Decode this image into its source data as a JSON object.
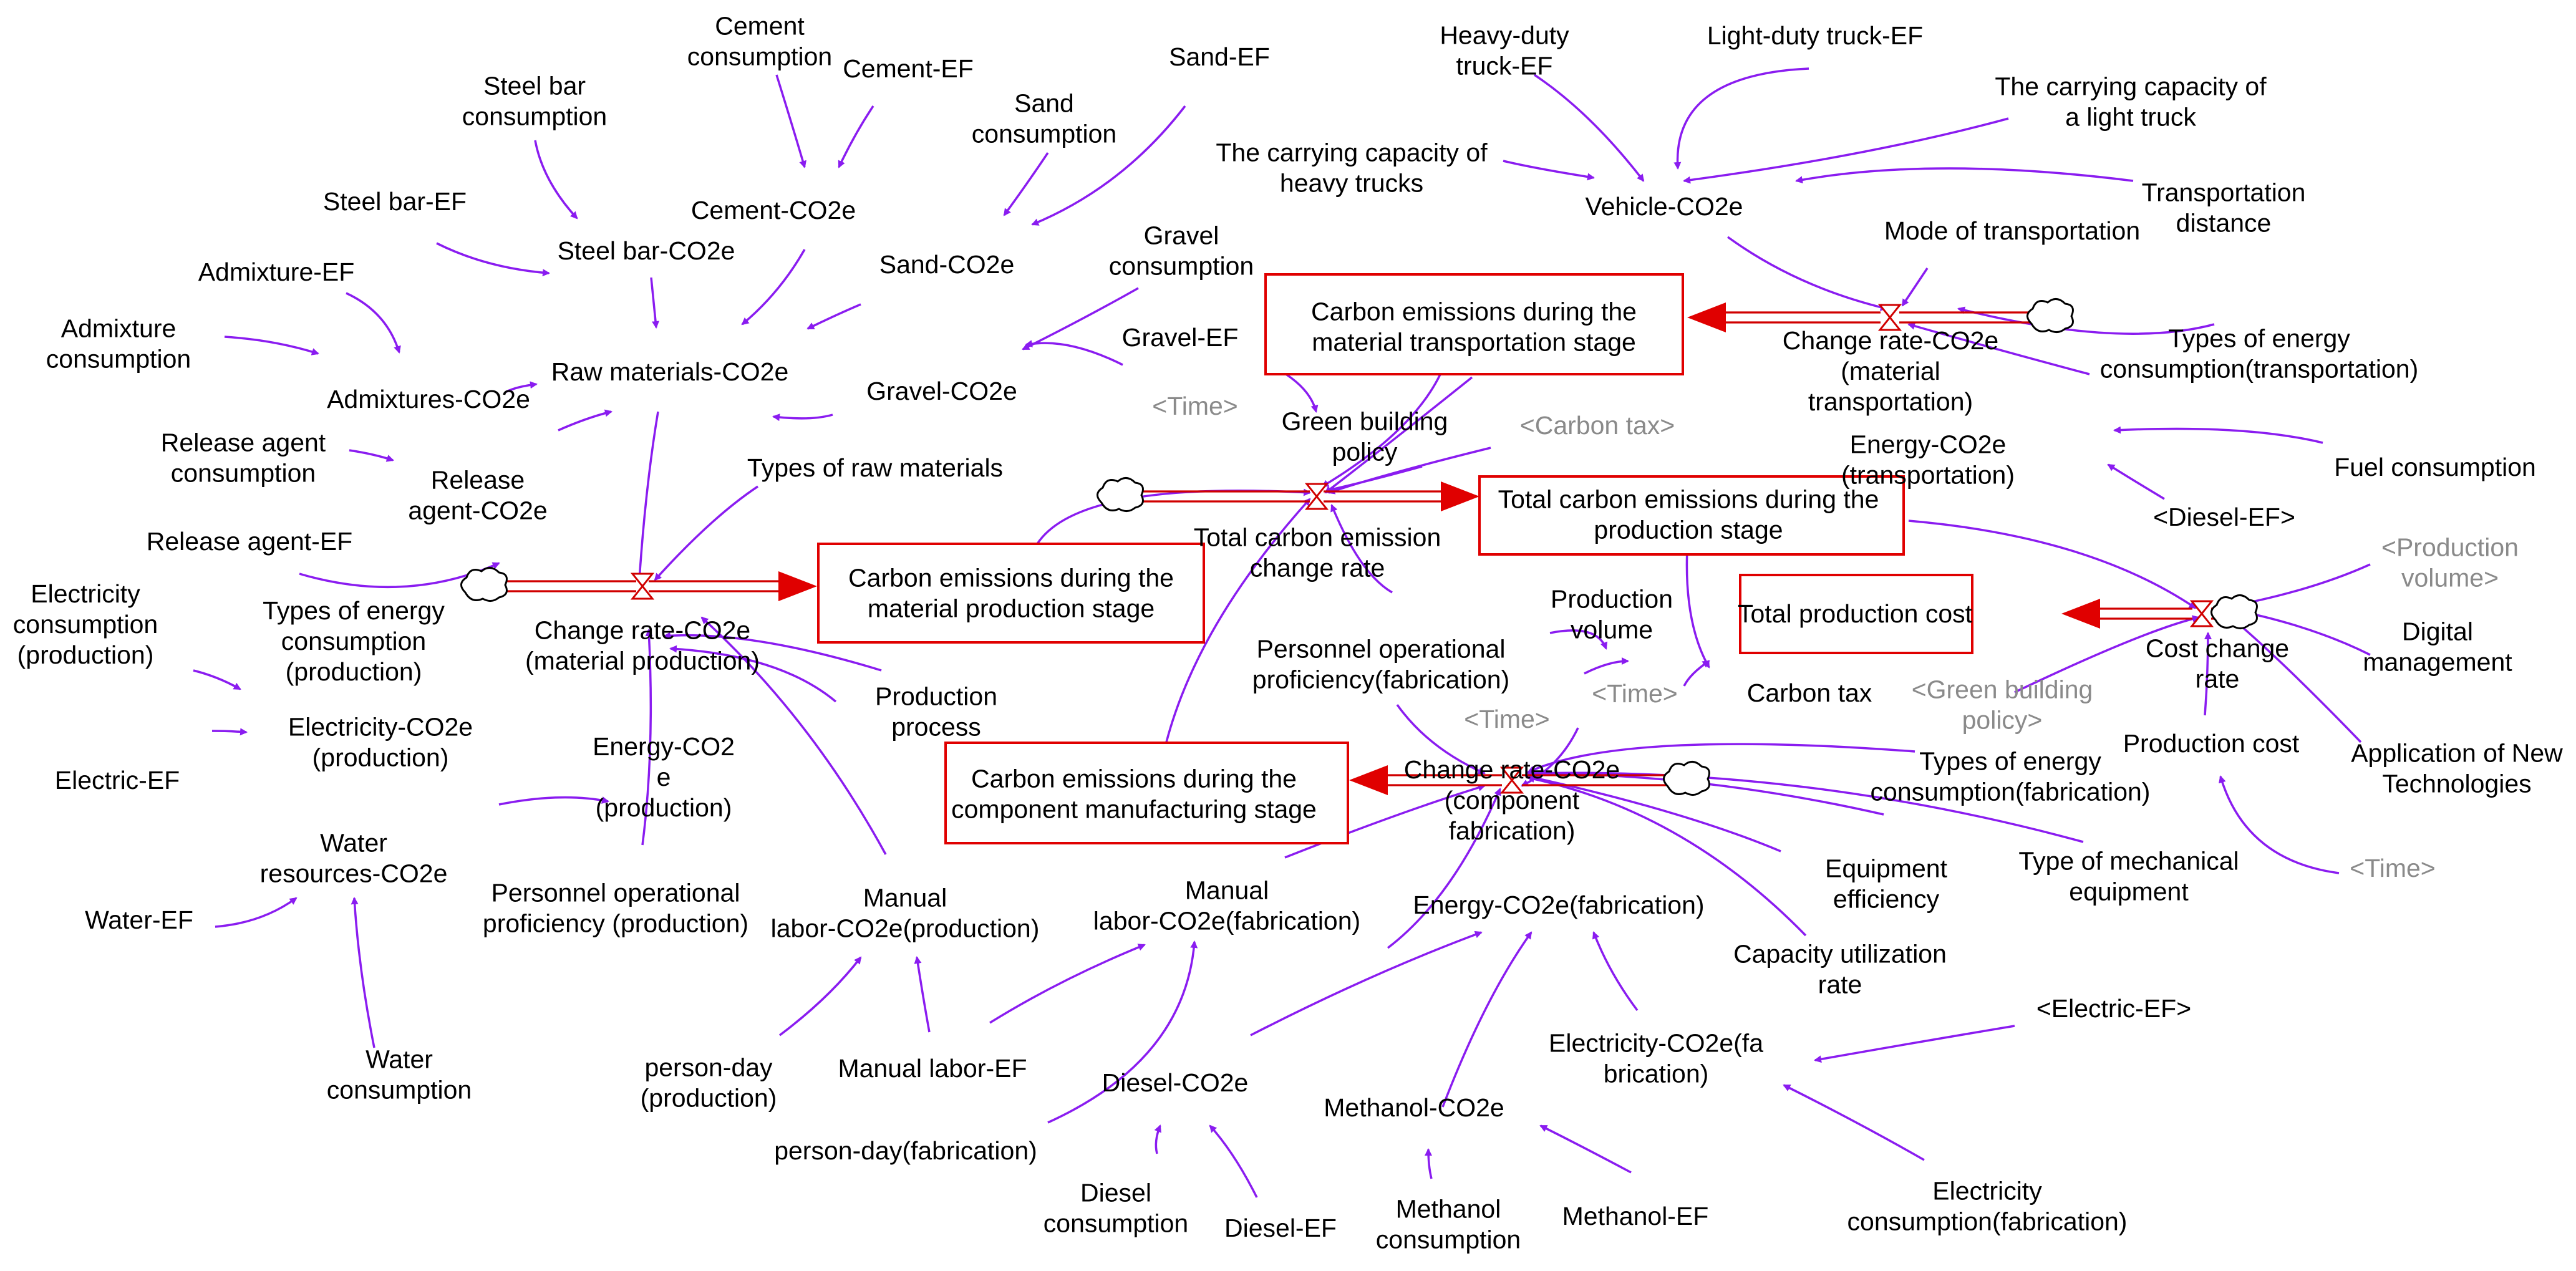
{
  "colors": {
    "link": "#8a1cf0",
    "flow": "#d00000",
    "shadow_text": "#8a8a8a",
    "text": "#000000"
  },
  "stocks": [
    {
      "id": "s_mat_prod",
      "lines": [
        "Carbon emissions during the",
        "material production stage"
      ]
    },
    {
      "id": "s_transport",
      "lines": [
        "Carbon emissions during the",
        "material transportation stage"
      ]
    },
    {
      "id": "s_total",
      "lines": [
        "Total carbon emissions during the",
        "production stage"
      ]
    },
    {
      "id": "s_cost",
      "lines": [
        "Total production cost"
      ]
    },
    {
      "id": "s_comp",
      "lines": [
        "Carbon emissions during the",
        "component manufacturing stage"
      ]
    }
  ],
  "flows": [
    {
      "id": "f_mat_prod",
      "lines": [
        "Change rate-CO2e",
        "(material production)"
      ]
    },
    {
      "id": "f_transport",
      "lines": [
        "Change rate-CO2e",
        "(material",
        "transportation)"
      ]
    },
    {
      "id": "f_total",
      "lines": [
        "Total carbon emission",
        "change rate"
      ]
    },
    {
      "id": "f_comp",
      "lines": [
        "Change rate-CO2e",
        "(component",
        "fabrication)"
      ]
    },
    {
      "id": "f_cost",
      "lines": [
        "Cost change",
        "rate"
      ]
    }
  ],
  "variables": [
    {
      "id": "cement_cons",
      "lines": [
        "Cement",
        "consumption"
      ]
    },
    {
      "id": "cement_ef",
      "lines": [
        "Cement-EF"
      ]
    },
    {
      "id": "sand_ef",
      "lines": [
        "Sand-EF"
      ]
    },
    {
      "id": "sand_cons",
      "lines": [
        "Sand",
        "consumption"
      ]
    },
    {
      "id": "steel_cons",
      "lines": [
        "Steel bar",
        "consumption"
      ]
    },
    {
      "id": "steel_ef",
      "lines": [
        "Steel bar-EF"
      ]
    },
    {
      "id": "cement_co2",
      "lines": [
        "Cement-CO2e"
      ]
    },
    {
      "id": "sand_co2",
      "lines": [
        "Sand-CO2e"
      ]
    },
    {
      "id": "steel_co2",
      "lines": [
        "Steel bar-CO2e"
      ]
    },
    {
      "id": "admix_ef",
      "lines": [
        "Admixture-EF"
      ]
    },
    {
      "id": "admix_cons",
      "lines": [
        "Admixture",
        "consumption"
      ]
    },
    {
      "id": "admix_co2",
      "lines": [
        "Admixtures-CO2e"
      ]
    },
    {
      "id": "raw_co2",
      "lines": [
        "Raw materials-CO2e"
      ]
    },
    {
      "id": "gravel_cons",
      "lines": [
        "Gravel",
        "consumption"
      ]
    },
    {
      "id": "gravel_ef",
      "lines": [
        "Gravel-EF"
      ]
    },
    {
      "id": "gravel_co2",
      "lines": [
        "Gravel-CO2e"
      ]
    },
    {
      "id": "release_cons",
      "lines": [
        "Release agent",
        "consumption"
      ]
    },
    {
      "id": "release_co2",
      "lines": [
        "Release",
        "agent-CO2e"
      ]
    },
    {
      "id": "release_ef",
      "lines": [
        "Release agent-EF"
      ]
    },
    {
      "id": "types_raw",
      "lines": [
        "Types of raw materials"
      ]
    },
    {
      "id": "elec_cons_prod",
      "lines": [
        "Electricity",
        "consumption",
        "(production)"
      ]
    },
    {
      "id": "types_energy_prod",
      "lines": [
        "Types of energy",
        "consumption",
        "(production)"
      ]
    },
    {
      "id": "elec_co2_prod",
      "lines": [
        "Electricity-CO2e",
        "(production)"
      ]
    },
    {
      "id": "electric_ef",
      "lines": [
        "Electric-EF"
      ]
    },
    {
      "id": "energy_co2_prod",
      "lines": [
        "Energy-CO2",
        "e",
        "(production)"
      ]
    },
    {
      "id": "water_co2",
      "lines": [
        "Water",
        "resources-CO2e"
      ]
    },
    {
      "id": "water_ef",
      "lines": [
        "Water-EF"
      ]
    },
    {
      "id": "water_cons",
      "lines": [
        "Water",
        "consumption"
      ]
    },
    {
      "id": "personnel_prod",
      "lines": [
        "Personnel operational",
        "proficiency (production)"
      ]
    },
    {
      "id": "manual_co2_prod",
      "lines": [
        "Manual",
        "labor-CO2e(production)"
      ]
    },
    {
      "id": "production_process",
      "lines": [
        "Production",
        "process"
      ]
    },
    {
      "id": "person_day_prod",
      "lines": [
        "person-day",
        "(production)"
      ]
    },
    {
      "id": "manual_ef",
      "lines": [
        "Manual labor-EF"
      ]
    },
    {
      "id": "person_day_fab",
      "lines": [
        "person-day(fabrication)"
      ]
    },
    {
      "id": "manual_co2_fab",
      "lines": [
        "Manual",
        "labor-CO2e(fabrication)"
      ]
    },
    {
      "id": "diesel_co2",
      "lines": [
        "Diesel-CO2e"
      ]
    },
    {
      "id": "diesel_cons",
      "lines": [
        "Diesel",
        "consumption"
      ]
    },
    {
      "id": "diesel_ef",
      "lines": [
        "Diesel-EF"
      ]
    },
    {
      "id": "methanol_co2",
      "lines": [
        "Methanol-CO2e"
      ]
    },
    {
      "id": "methanol_cons",
      "lines": [
        "Methanol",
        "consumption"
      ]
    },
    {
      "id": "methanol_ef",
      "lines": [
        "Methanol-EF"
      ]
    },
    {
      "id": "energy_co2_fab",
      "lines": [
        "Energy-CO2e(fabrication)"
      ]
    },
    {
      "id": "elec_co2_fab",
      "lines": [
        "Electricity-CO2e(fa",
        "brication)"
      ]
    },
    {
      "id": "elec_cons_fab",
      "lines": [
        "Electricity",
        "consumption(fabrication)"
      ]
    },
    {
      "id": "personnel_fab",
      "lines": [
        "Personnel operational",
        "proficiency(fabrication)"
      ]
    },
    {
      "id": "production_volume",
      "lines": [
        "Production",
        "volume"
      ]
    },
    {
      "id": "carbon_tax",
      "lines": [
        "Carbon tax"
      ]
    },
    {
      "id": "types_energy_fab",
      "lines": [
        "Types of energy",
        "consumption(fabrication)"
      ]
    },
    {
      "id": "equipment_eff",
      "lines": [
        "Equipment",
        "efficiency"
      ]
    },
    {
      "id": "type_mech",
      "lines": [
        "Type of mechanical",
        "equipment"
      ]
    },
    {
      "id": "capacity_util",
      "lines": [
        "Capacity utilization",
        "rate"
      ]
    },
    {
      "id": "green_policy",
      "lines": [
        "Green building",
        "policy"
      ]
    },
    {
      "id": "heavy_ef",
      "lines": [
        "Heavy-duty",
        "truck-EF"
      ]
    },
    {
      "id": "light_ef",
      "lines": [
        "Light-duty truck-EF"
      ]
    },
    {
      "id": "cap_light",
      "lines": [
        "The carrying capacity of",
        "a light truck"
      ]
    },
    {
      "id": "cap_heavy",
      "lines": [
        "The carrying capacity of",
        "heavy trucks"
      ]
    },
    {
      "id": "vehicle_co2",
      "lines": [
        "Vehicle-CO2e"
      ]
    },
    {
      "id": "transport_distance",
      "lines": [
        "Transportation",
        "distance"
      ]
    },
    {
      "id": "mode_transport",
      "lines": [
        "Mode of transportation"
      ]
    },
    {
      "id": "types_energy_trans",
      "lines": [
        "Types of energy",
        "consumption(transportation)"
      ]
    },
    {
      "id": "energy_co2_trans",
      "lines": [
        "Energy-CO2e",
        "(transportation)"
      ]
    },
    {
      "id": "fuel_cons",
      "lines": [
        "Fuel consumption"
      ]
    },
    {
      "id": "digital_mgmt",
      "lines": [
        "Digital",
        "management"
      ]
    },
    {
      "id": "new_tech",
      "lines": [
        "Application of New",
        "Technologies"
      ]
    },
    {
      "id": "production_cost",
      "lines": [
        "Production cost"
      ]
    }
  ],
  "shadow_variables": [
    {
      "id": "sh_time1",
      "lines": [
        "<Time>"
      ],
      "gray": true
    },
    {
      "id": "sh_carbon_tax",
      "lines": [
        "<Carbon tax>"
      ],
      "gray": true
    },
    {
      "id": "sh_diesel_ef",
      "lines": [
        "<Diesel-EF>"
      ],
      "gray": false
    },
    {
      "id": "sh_prod_volume",
      "lines": [
        "<Production",
        "volume>"
      ],
      "gray": true
    },
    {
      "id": "sh_time2",
      "lines": [
        "<Time>"
      ],
      "gray": true
    },
    {
      "id": "sh_time3",
      "lines": [
        "<Time>"
      ],
      "gray": true
    },
    {
      "id": "sh_green_policy",
      "lines": [
        "<Green building",
        "policy>"
      ],
      "gray": true
    },
    {
      "id": "sh_time4",
      "lines": [
        "<Time>"
      ],
      "gray": true
    },
    {
      "id": "sh_electric_ef",
      "lines": [
        "<Electric-EF>"
      ],
      "gray": false
    }
  ]
}
